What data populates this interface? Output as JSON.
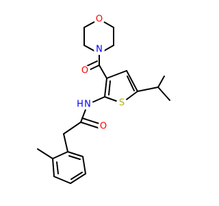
{
  "molecule": {
    "colors": {
      "bond": "#000000",
      "oxygen": "#ff0000",
      "nitrogen": "#0000ff",
      "sulfur": "#b2b200",
      "carbon": "#000000"
    },
    "atoms": [
      {
        "id": "o_morph",
        "label": "O",
        "element": "oxygen"
      },
      {
        "id": "n_morph",
        "label": "N",
        "element": "nitrogen"
      },
      {
        "id": "o_ketone",
        "label": "O",
        "element": "oxygen"
      },
      {
        "id": "s_ring",
        "label": "S",
        "element": "sulfur"
      },
      {
        "id": "nh",
        "label": "N",
        "element": "nitrogen"
      },
      {
        "id": "h_nh",
        "label": "H",
        "element": "nitrogen"
      },
      {
        "id": "o_amide",
        "label": "O",
        "element": "oxygen"
      }
    ]
  }
}
